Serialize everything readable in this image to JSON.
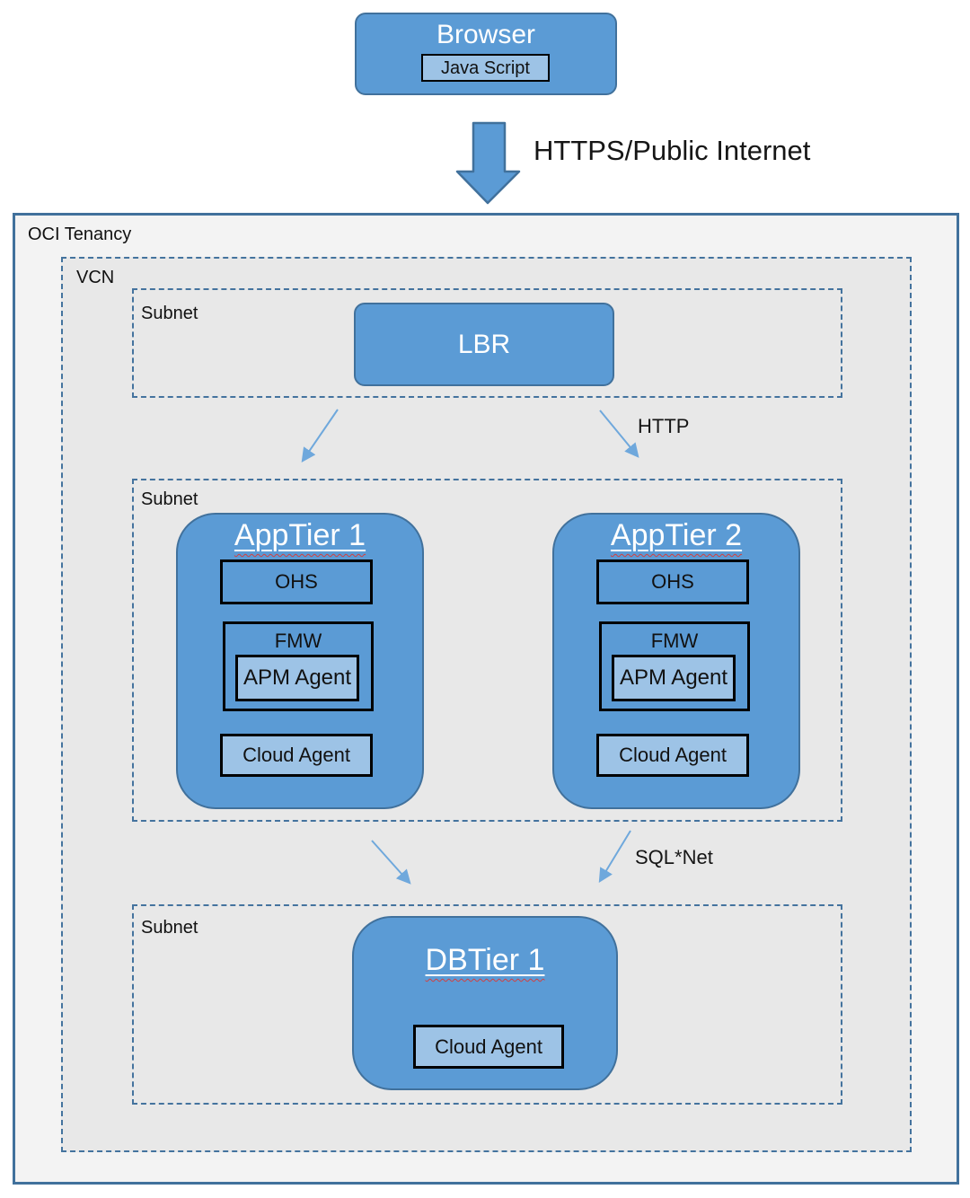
{
  "browser": {
    "title": "Browser",
    "inner": "Java Script"
  },
  "internet_label": "HTTPS/Public Internet",
  "tenancy_label": "OCI Tenancy",
  "vcn_label": "VCN",
  "subnets": [
    "Subnet",
    "Subnet",
    "Subnet"
  ],
  "lbr": {
    "title": "LBR"
  },
  "edge_labels": {
    "http": "HTTP",
    "sqlnet": "SQL*Net"
  },
  "apptier1": {
    "title": "AppTier 1",
    "ohs": "OHS",
    "fmw": "FMW",
    "apm": "APM Agent",
    "cloud": "Cloud Agent"
  },
  "apptier2": {
    "title": "AppTier 2",
    "ohs": "OHS",
    "fmw": "FMW",
    "apm": "APM Agent",
    "cloud": "Cloud Agent"
  },
  "dbtier": {
    "title": "DBTier 1",
    "cloud": "Cloud Agent"
  },
  "connections": [
    {
      "from": "Browser",
      "to": "LBR",
      "label": "HTTPS/Public Internet"
    },
    {
      "from": "LBR",
      "to": "AppTier 1",
      "label": ""
    },
    {
      "from": "LBR",
      "to": "AppTier 2",
      "label": "HTTP"
    },
    {
      "from": "AppTier 1",
      "to": "DBTier 1",
      "label": ""
    },
    {
      "from": "AppTier 2",
      "to": "DBTier 1",
      "label": "SQL*Net"
    }
  ],
  "colors": {
    "node_fill": "#5B9BD5",
    "node_border": "#41719C",
    "light_fill": "#9DC3E6",
    "dashed_border": "#44739E",
    "tenancy_fill": "#F3F3F3",
    "vcn_fill": "#E8E8E8",
    "thin_arrow": "#6FA8DC",
    "squiggle": "#D24040"
  }
}
